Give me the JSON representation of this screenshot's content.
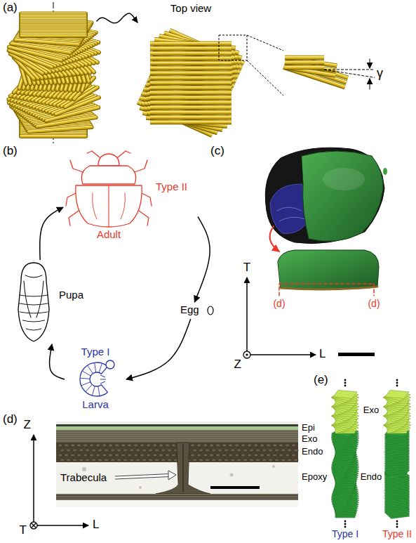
{
  "diagram": {
    "nodes": [
      {
        "text": [
          "Type II",
          "Adult"
        ]
      },
      {
        "text": [
          "Pupa"
        ]
      },
      {
        "text": [
          "Egg"
        ]
      },
      {
        "text": [
          "Type I",
          "Larva"
        ]
      }
    ],
    "edges": [
      {
        "from": 0,
        "to": 2,
        "arrow": "to"
      },
      {
        "from": 2,
        "to": 3,
        "arrow": "to"
      },
      {
        "from": 3,
        "to": 1,
        "arrow": "to"
      },
      {
        "from": 1,
        "to": 0,
        "arrow": "to"
      }
    ],
    "labels": [
      "(a)",
      "Top view",
      "γ",
      "(b)",
      "(c)",
      "T",
      "L",
      "Z",
      "(d)",
      "(d)",
      "(d)",
      "Epi",
      "Exo",
      "Endo",
      "Trabecula",
      "Epoxy",
      "Z",
      "L",
      "T",
      "(e)",
      "Exo",
      "Endo",
      "Type I",
      "Type II"
    ]
  }
}
